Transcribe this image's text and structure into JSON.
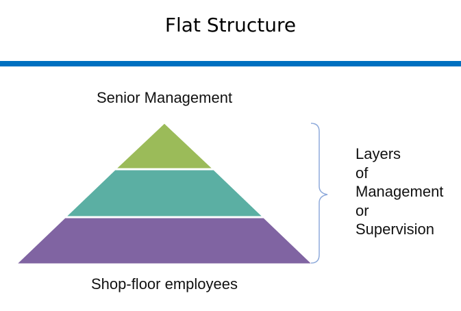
{
  "slide": {
    "title": "Flat Structure",
    "accent_color": "#0070c0"
  },
  "diagram": {
    "top_label": "Senior Management",
    "bottom_label": "Shop-floor employees",
    "tiers": [
      {
        "name": "top-tier",
        "color": "#9bbb59"
      },
      {
        "name": "middle-tier",
        "color": "#5bafa3"
      },
      {
        "name": "bottom-tier",
        "color": "#8064a2"
      }
    ],
    "brace_color": "#8eaadb",
    "side_label_lines": [
      "Layers",
      "of",
      "Management",
      "or",
      "Supervision"
    ]
  }
}
